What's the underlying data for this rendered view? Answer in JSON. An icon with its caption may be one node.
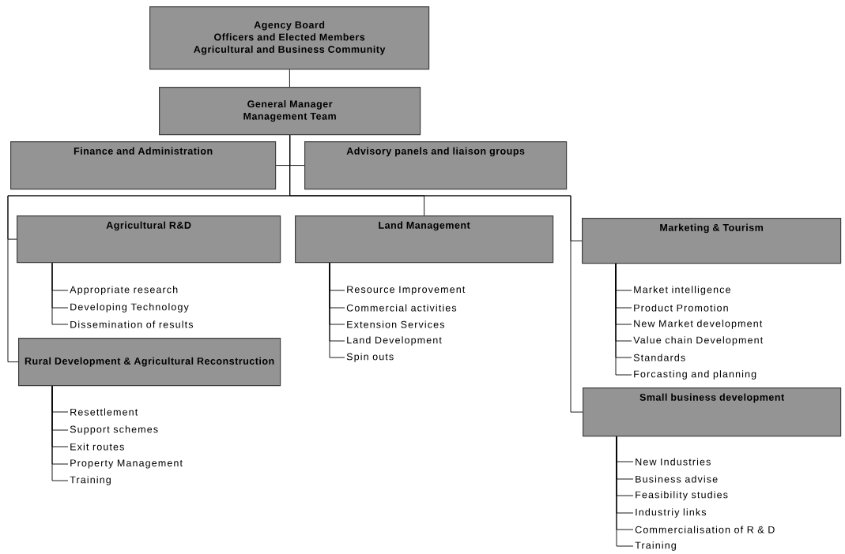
{
  "diagram": {
    "nodes": [
      {
        "text": [
          "Agency Board",
          "Officers and Elected Members",
          "Agricultural and Business Community"
        ]
      },
      {
        "text": [
          "General Manager",
          "Management Team"
        ]
      },
      {
        "text": [
          "Finance and Administration"
        ]
      },
      {
        "text": [
          "Advisory panels and liaison groups"
        ]
      },
      {
        "text": [
          "Agricultural R&D"
        ]
      },
      {
        "text": [
          "Land Management"
        ]
      },
      {
        "text": [
          "Marketing & Tourism"
        ]
      },
      {
        "text": [
          "Appropriate research"
        ]
      },
      {
        "text": [
          "Developing Technology"
        ]
      },
      {
        "text": [
          "Dissemination of results"
        ]
      },
      {
        "text": [
          "Resource Improvement"
        ]
      },
      {
        "text": [
          "Commercial activities"
        ]
      },
      {
        "text": [
          "Extension Services"
        ]
      },
      {
        "text": [
          "Land Development"
        ]
      },
      {
        "text": [
          "Spin outs"
        ]
      },
      {
        "text": [
          "Market intelligence"
        ]
      },
      {
        "text": [
          "Product Promotion"
        ]
      },
      {
        "text": [
          "New Market development"
        ]
      },
      {
        "text": [
          "Value chain Development"
        ]
      },
      {
        "text": [
          "Standards"
        ]
      },
      {
        "text": [
          "Forcasting and planning"
        ]
      },
      {
        "text": [
          "Rural Development & Agricultural Reconstruction"
        ]
      },
      {
        "text": [
          "Resettlement"
        ]
      },
      {
        "text": [
          "Support schemes"
        ]
      },
      {
        "text": [
          "Exit routes"
        ]
      },
      {
        "text": [
          "Property Management"
        ]
      },
      {
        "text": [
          "Training"
        ]
      },
      {
        "text": [
          "Small business development"
        ]
      },
      {
        "text": [
          "New Industries"
        ]
      },
      {
        "text": [
          "Business advise"
        ]
      },
      {
        "text": [
          "Feasibility studies"
        ]
      },
      {
        "text": [
          "Industriy links"
        ]
      },
      {
        "text": [
          "Commercialisation of R & D"
        ]
      },
      {
        "text": [
          "Training"
        ]
      }
    ],
    "edges": [
      {
        "from": 0,
        "to": 1,
        "arrow": "none"
      },
      {
        "from": 1,
        "to": 2,
        "arrow": "none"
      },
      {
        "from": 1,
        "to": 3,
        "arrow": "none"
      },
      {
        "from": 1,
        "to": 4,
        "arrow": "none"
      },
      {
        "from": 1,
        "to": 5,
        "arrow": "none"
      },
      {
        "from": 1,
        "to": 6,
        "arrow": "none"
      },
      {
        "from": 1,
        "to": 21,
        "arrow": "none"
      },
      {
        "from": 1,
        "to": 27,
        "arrow": "none"
      },
      {
        "from": 4,
        "to": 7,
        "arrow": "none"
      },
      {
        "from": 4,
        "to": 8,
        "arrow": "none"
      },
      {
        "from": 4,
        "to": 9,
        "arrow": "none"
      },
      {
        "from": 5,
        "to": 10,
        "arrow": "none"
      },
      {
        "from": 5,
        "to": 11,
        "arrow": "none"
      },
      {
        "from": 5,
        "to": 12,
        "arrow": "none"
      },
      {
        "from": 5,
        "to": 13,
        "arrow": "none"
      },
      {
        "from": 5,
        "to": 14,
        "arrow": "none"
      },
      {
        "from": 6,
        "to": 15,
        "arrow": "none"
      },
      {
        "from": 6,
        "to": 16,
        "arrow": "none"
      },
      {
        "from": 6,
        "to": 17,
        "arrow": "none"
      },
      {
        "from": 6,
        "to": 18,
        "arrow": "none"
      },
      {
        "from": 6,
        "to": 19,
        "arrow": "none"
      },
      {
        "from": 6,
        "to": 20,
        "arrow": "none"
      },
      {
        "from": 21,
        "to": 22,
        "arrow": "none"
      },
      {
        "from": 21,
        "to": 23,
        "arrow": "none"
      },
      {
        "from": 21,
        "to": 24,
        "arrow": "none"
      },
      {
        "from": 21,
        "to": 25,
        "arrow": "none"
      },
      {
        "from": 21,
        "to": 26,
        "arrow": "none"
      },
      {
        "from": 27,
        "to": 28,
        "arrow": "none"
      },
      {
        "from": 27,
        "to": 29,
        "arrow": "none"
      },
      {
        "from": 27,
        "to": 30,
        "arrow": "none"
      },
      {
        "from": 27,
        "to": 31,
        "arrow": "none"
      },
      {
        "from": 27,
        "to": 32,
        "arrow": "none"
      },
      {
        "from": 27,
        "to": 33,
        "arrow": "none"
      }
    ]
  }
}
